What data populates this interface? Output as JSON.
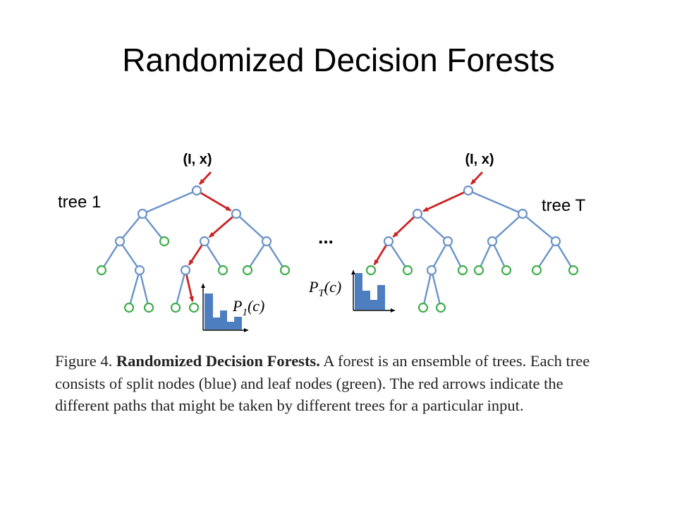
{
  "slide": {
    "title": "Randomized Decision Forests"
  },
  "diagram": {
    "input_label": "(I, x)",
    "tree_first_label": "tree 1",
    "tree_last_label": "tree T",
    "ellipsis": "...",
    "dist_first_label": "P1(c)",
    "dist_last_label": "PT(c)",
    "colors": {
      "split_node": "#6a93c8",
      "leaf_node": "#3fae49",
      "edge": "#6a93c8",
      "path_arrow": "#cc2222",
      "histogram": "#4d7ebf"
    }
  },
  "caption": {
    "figure_num": "Figure 4.",
    "bold_title": "Randomized Decision Forests.",
    "text": "A forest is an ensemble of trees. Each tree consists of split nodes (blue) and leaf nodes (green). The red arrows indicate the different paths that might be taken by different trees for a particular input."
  }
}
